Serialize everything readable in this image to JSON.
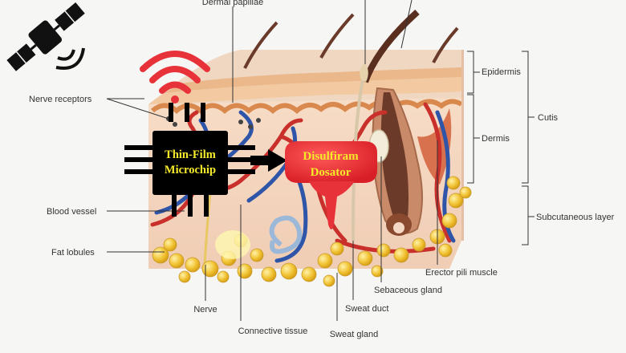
{
  "labels": {
    "dermal_papillae": "Dermal papillae",
    "nerve_receptors": "Nerve receptors",
    "blood_vessel": "Blood vessel",
    "fat_lobules": "Fat lobules",
    "nerve": "Nerve",
    "connective_tissue": "Connective tissue",
    "sweat_gland": "Sweat gland",
    "sweat_duct": "Sweat duct",
    "sebaceous_gland": "Sebaceous gland",
    "erector_pili_muscle": "Erector pili muscle",
    "epidermis": "Epidermis",
    "dermis": "Dermis",
    "cutis": "Cutis",
    "subcutaneous_layer": "Subcutaneous layer"
  },
  "chip": {
    "line1": "Thin-Film",
    "line2": "Microchip"
  },
  "dosator": {
    "line1": "Disulfiram",
    "line2": "Dosator"
  },
  "colors": {
    "chip_fill": "#000000",
    "chip_text": "#f5ea2a",
    "dosator_fill": "#e8323a",
    "dosator_text": "#f5ea2a",
    "wifi": "#e8323a",
    "artery": "#c9302c",
    "vein": "#2f55a8",
    "fat": "#f1c232",
    "epidermis": "#f2c9a0",
    "dermis": "#f4d7c4"
  },
  "icons": [
    "satellite-icon",
    "wifi-icon",
    "arrow-right-icon"
  ]
}
